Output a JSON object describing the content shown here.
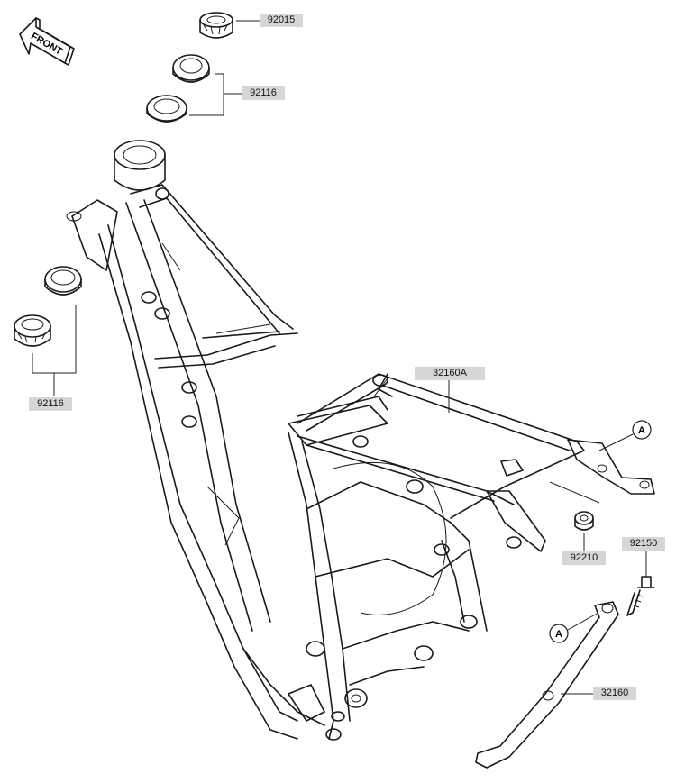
{
  "front_marker": {
    "text": "FRONT"
  },
  "parts": [
    {
      "id": "bearing-nut",
      "number": "92015"
    },
    {
      "id": "upper-bearing",
      "number": "92116"
    },
    {
      "id": "lower-bearing",
      "number": "92116"
    },
    {
      "id": "rear-frame",
      "number": "32160A"
    },
    {
      "id": "collar",
      "number": "92210"
    },
    {
      "id": "bolt",
      "number": "92150"
    },
    {
      "id": "rear-frame-stay",
      "number": "32160"
    }
  ],
  "connection_markers": [
    "A",
    "A"
  ]
}
